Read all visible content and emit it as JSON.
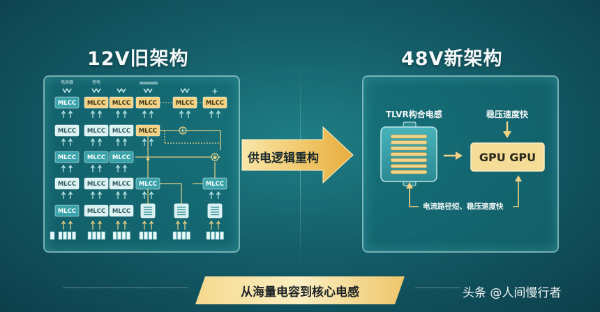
{
  "old_arch": {
    "title": "12V旧架构",
    "header_labels": [
      "电容器",
      "钽电",
      "",
      "",
      "",
      ""
    ],
    "header_icons": [
      "arrows-down-icon",
      "arrows-down-icon",
      "arrows-down-icon",
      "arrows-down-icon",
      "arrows-down-icon",
      "plus-icon"
    ],
    "rows": [
      [
        "MLCC",
        "MLCC",
        "MLCC",
        "MLCC",
        "MLCC",
        "MLCC"
      ],
      [
        "MLCC",
        "MLCC",
        "MLCC",
        "MLCC"
      ],
      [
        "MLCC",
        "MLCC",
        "MLCC"
      ],
      [
        "MLCC",
        "MLCC",
        "MLCC",
        "MLCC",
        "MLCC"
      ],
      [
        "MLCC",
        "MLCC",
        "MLCC"
      ]
    ]
  },
  "transition": {
    "label": "供电逻辑重构"
  },
  "new_arch": {
    "title": "48V新架构",
    "coil_label": "TLVR构合电感",
    "fast_label": "稳压速度快",
    "gpu_label": "GPU GPU",
    "path_label": "电流路径短、稳压速度快"
  },
  "banner": {
    "text": "从海量电容到核心电感"
  },
  "watermark": {
    "text": "头条 @人间慢行者"
  },
  "colors": {
    "gold": "#f3d283",
    "teal_cell": "#3aa3aa",
    "light_cell": "#dcf2f2"
  }
}
